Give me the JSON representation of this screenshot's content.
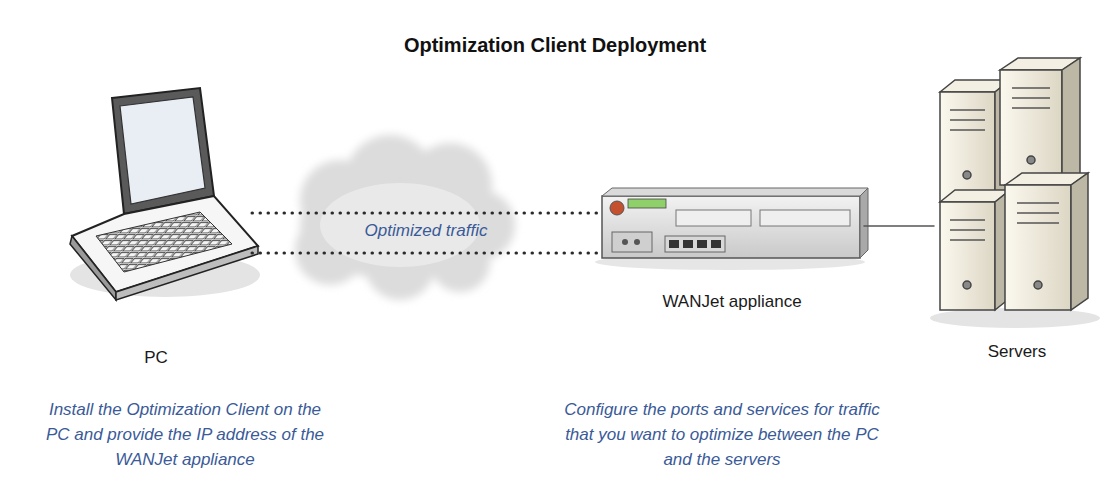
{
  "diagram": {
    "title": "Optimization Client Deployment",
    "nodes": [
      {
        "text": [
          "PC"
        ]
      },
      {
        "text": [
          "WANJet appliance"
        ]
      },
      {
        "text": [
          "Servers"
        ]
      }
    ],
    "edges": [
      {
        "from": 0,
        "to": 1,
        "arrow": "none",
        "label": "Optimized traffic"
      },
      {
        "from": 0,
        "to": 1,
        "arrow": "none"
      },
      {
        "from": 1,
        "to": 2,
        "arrow": "none"
      }
    ],
    "labels": [
      "Install the Optimization Client on the PC and provide the IP address of the WANJet appliance",
      "Configure the ports and services for traffic that you want to optimize between the PC and the servers"
    ]
  }
}
